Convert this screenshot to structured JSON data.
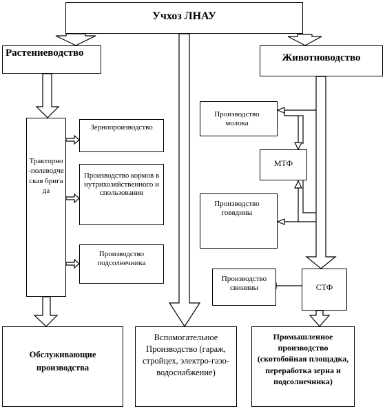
{
  "root": {
    "title": "Учхоз ЛНАУ"
  },
  "crop": {
    "title": "Растениеводство",
    "brigade": "Тракторно-полеводческая бригада",
    "items": [
      "Зернопроизводство",
      "Производство кормов внутрихозяйственного использования",
      "Производство подсолнечника"
    ]
  },
  "livestock": {
    "title": "Животноводство",
    "dairy": "Производство молока",
    "mtf": "МТФ",
    "beef": "Производство говядины",
    "pork": "Производство свинины",
    "stf": "СТФ"
  },
  "bottom": {
    "service": "Обслуживающие производства",
    "auxiliary": "Вспомогательное Производство (гараж, стройцех, электро-газо-водоснабжение)",
    "industrial": "Промышленное производство (скотобойная площадка, переработка зерна и подсолнечника)"
  }
}
